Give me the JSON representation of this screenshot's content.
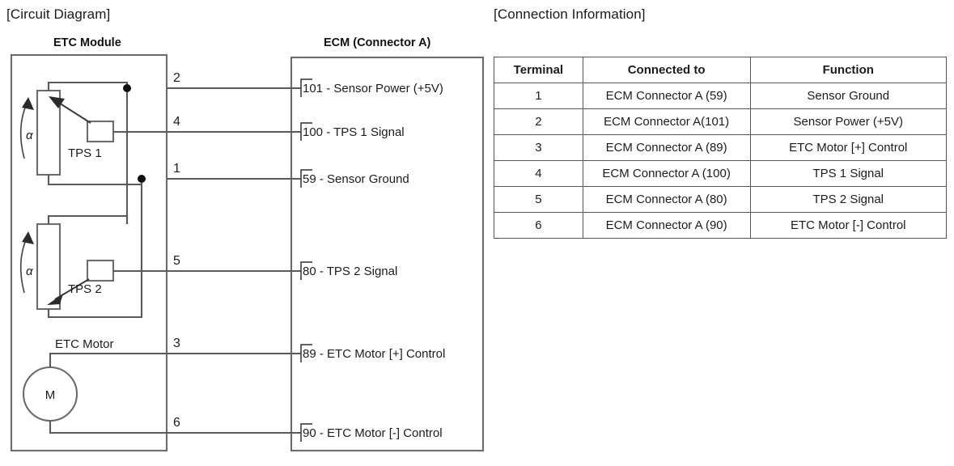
{
  "headings": {
    "circuit_diagram": "[Circuit Diagram]",
    "connection_information": "[Connection Information]"
  },
  "circuit": {
    "etc_module_title": "ETC Module",
    "ecm_title": "ECM (Connector A)",
    "components": {
      "tps1_label": "TPS 1",
      "tps2_label": "TPS 2",
      "motor_label": "ETC Motor",
      "motor_symbol": "M",
      "angle_symbol_1": "α",
      "angle_symbol_2": "α"
    },
    "pins": [
      {
        "number": "2",
        "ecm_pin": "101",
        "ecm_text": "- Sensor Power (+5V)"
      },
      {
        "number": "4",
        "ecm_pin": "100",
        "ecm_text": "- TPS 1 Signal"
      },
      {
        "number": "1",
        "ecm_pin": "59",
        "ecm_text": "- Sensor Ground"
      },
      {
        "number": "5",
        "ecm_pin": "80",
        "ecm_text": "- TPS 2 Signal"
      },
      {
        "number": "3",
        "ecm_pin": "89",
        "ecm_text": "- ETC Motor [+] Control"
      },
      {
        "number": "6",
        "ecm_pin": "90",
        "ecm_text": "- ETC Motor [-] Control"
      }
    ]
  },
  "table": {
    "headers": [
      "Terminal",
      "Connected to",
      "Function"
    ],
    "rows": [
      [
        "1",
        "ECM Connector A (59)",
        "Sensor Ground"
      ],
      [
        "2",
        "ECM Connector A(101)",
        "Sensor Power (+5V)"
      ],
      [
        "3",
        "ECM Connector A (89)",
        "ETC Motor [+] Control"
      ],
      [
        "4",
        "ECM Connector A (100)",
        "TPS 1 Signal"
      ],
      [
        "5",
        "ECM Connector A (80)",
        "TPS 2 Signal"
      ],
      [
        "6",
        "ECM Connector A (90)",
        "ETC Motor [-] Control"
      ]
    ]
  },
  "colors": {
    "wire": "#595959",
    "box": "#6b6b6b",
    "text": "#1c1c1c",
    "background": "#ffffff"
  }
}
